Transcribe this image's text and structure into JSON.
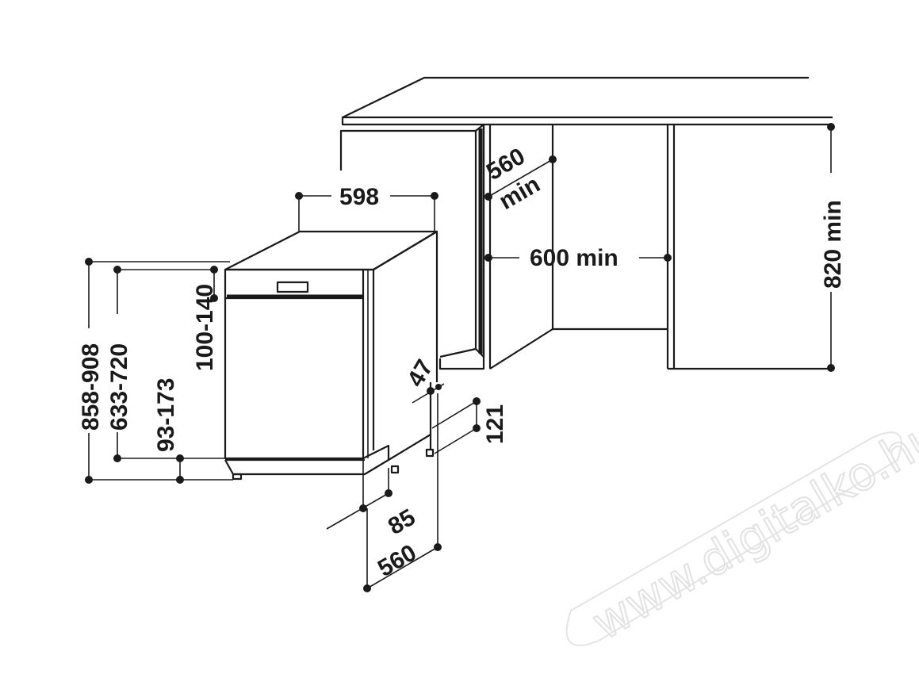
{
  "dimensions": {
    "unit_width": "598",
    "niche_depth": "560\nmin",
    "niche_depth_line1": "560",
    "niche_depth_line2": "min",
    "niche_width": "600 min",
    "niche_height": "820 min",
    "total_height": "858-908",
    "door_height": "633-720",
    "plinth_height": "93-173",
    "top_panel": "100-140",
    "side_offset": "47",
    "leg_height": "121",
    "front_offset": "85",
    "unit_depth": "560"
  },
  "watermark": {
    "text": "www.digitalko.hu"
  }
}
